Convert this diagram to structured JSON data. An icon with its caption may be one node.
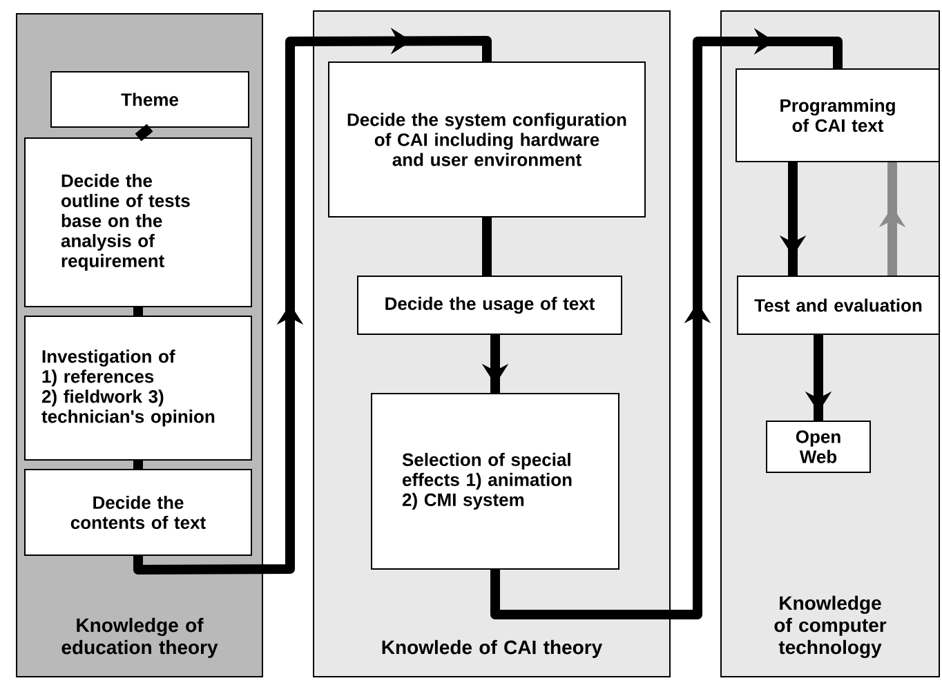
{
  "diagram": {
    "nodes": [
      {
        "text": [
          "Knowledge of education theory"
        ]
      },
      {
        "text": [
          "Theme"
        ],
        "in": 0
      },
      {
        "text": [
          "Decide the outline of tests base on the analysis of requirement"
        ],
        "in": 0
      },
      {
        "text": [
          "Investigation of 1) references 2) fieldwork 3) technician's opinion"
        ],
        "in": 0
      },
      {
        "text": [
          "Decide the contents of text"
        ],
        "in": 0
      },
      {
        "text": [
          "Knowlede of CAI theory"
        ]
      },
      {
        "text": [
          "Decide the system configuration of CAI including hardware and user environment"
        ],
        "in": 5
      },
      {
        "text": [
          "Decide the usage of text"
        ],
        "in": 5
      },
      {
        "text": [
          "Selection of special effects 1) animation 2) CMI system"
        ],
        "in": 5
      },
      {
        "text": [
          "Knowledge of computer technology"
        ]
      },
      {
        "text": [
          "Programming of CAI text"
        ],
        "in": 9
      },
      {
        "text": [
          "Test and evaluation"
        ],
        "in": 9
      },
      {
        "text": [
          "Open Web"
        ],
        "in": 9
      }
    ],
    "edges": [
      {
        "from": 1,
        "to": 2,
        "arrow": "none"
      },
      {
        "from": 2,
        "to": 3,
        "arrow": "none"
      },
      {
        "from": 3,
        "to": 4,
        "arrow": "none"
      },
      {
        "from": 4,
        "to": 6,
        "arrow": "to"
      },
      {
        "from": 6,
        "to": 7,
        "arrow": "none"
      },
      {
        "from": 7,
        "to": 8,
        "arrow": "to"
      },
      {
        "from": 8,
        "to": 10,
        "arrow": "to"
      },
      {
        "from": 10,
        "to": 11,
        "arrow": "to"
      },
      {
        "from": 11,
        "to": 10,
        "arrow": "to",
        "color": "#8a8a8a"
      },
      {
        "from": 11,
        "to": 12,
        "arrow": "to"
      }
    ]
  }
}
